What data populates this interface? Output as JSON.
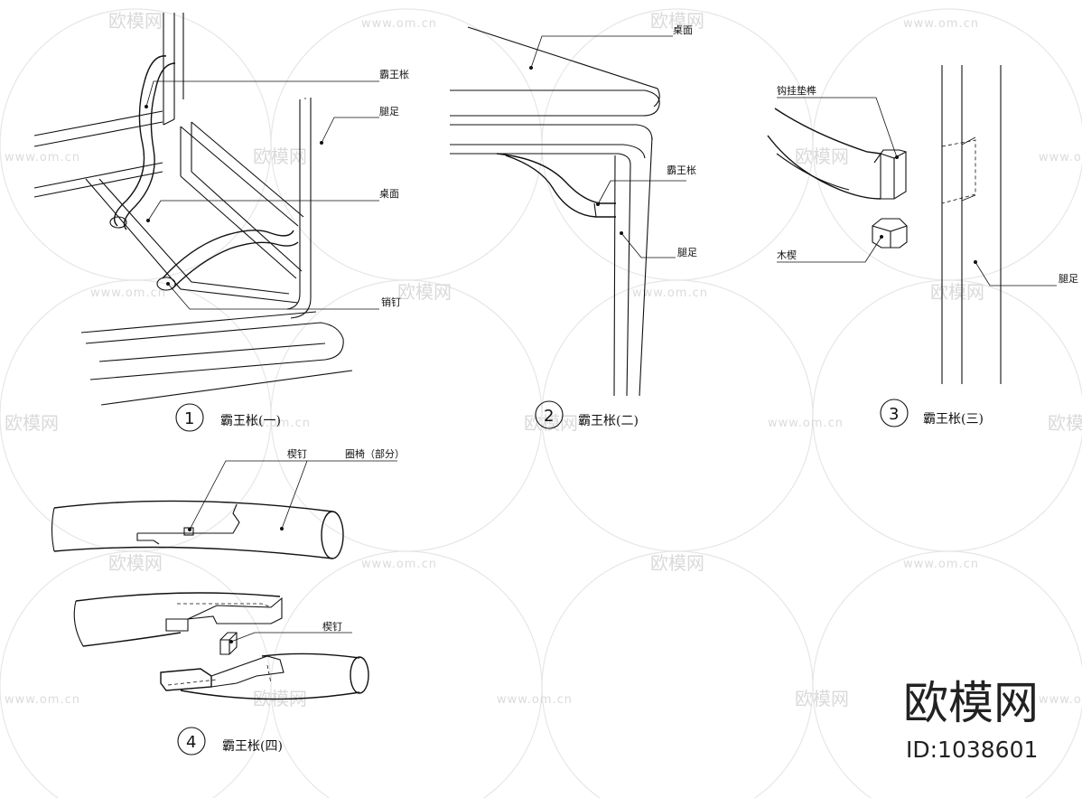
{
  "watermark": {
    "brand": "欧模网",
    "url": "www.om.cn"
  },
  "brand_logo": {
    "name": "欧模网",
    "id": "ID:1038601"
  },
  "figures": [
    {
      "number": "1",
      "caption": "霸王枨(一)",
      "labels": {
        "baowangchen": "霸王枨",
        "tuizu": "腿足",
        "zhuomian": "桌面",
        "xiaoding": "销钉"
      }
    },
    {
      "number": "2",
      "caption": "霸王枨(二)",
      "labels": {
        "zhuomian": "桌面",
        "baowangchen": "霸王枨",
        "tuizu": "腿足"
      }
    },
    {
      "number": "3",
      "caption": "霸王枨(三)",
      "labels": {
        "gouguasun": "钩挂垫榫",
        "muxie": "木楔",
        "tuizu": "腿足"
      }
    },
    {
      "number": "4",
      "caption": "霸王枨(四)",
      "labels": {
        "xieding_top": "楔钉",
        "quanyi": "圈椅（部分）",
        "xieding_bottom": "楔钉"
      }
    }
  ]
}
